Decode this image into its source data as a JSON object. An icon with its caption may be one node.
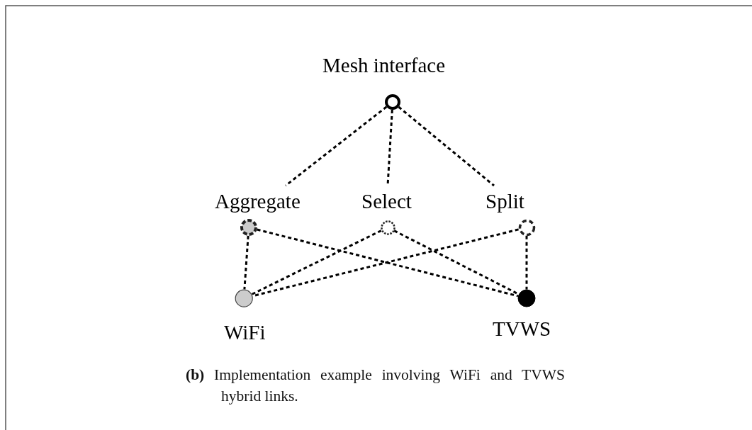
{
  "diagram": {
    "caption": "**(b)** Implementation example involving WiFi and TVWS hybrid links.",
    "nodes": [
      {
        "text": [
          "Mesh interface"
        ]
      },
      {
        "text": [
          "Aggregate"
        ]
      },
      {
        "text": [
          "Select"
        ]
      },
      {
        "text": [
          "Split"
        ]
      },
      {
        "text": [
          "WiFi"
        ]
      },
      {
        "text": [
          "TVWS"
        ]
      }
    ],
    "edges": [
      {
        "from": 0,
        "to": 1,
        "arrow": "none",
        "style": "dashed"
      },
      {
        "from": 0,
        "to": 2,
        "arrow": "none",
        "style": "dashed"
      },
      {
        "from": 0,
        "to": 3,
        "arrow": "none",
        "style": "dashed"
      },
      {
        "from": 1,
        "to": 4,
        "arrow": "none",
        "style": "dashed"
      },
      {
        "from": 1,
        "to": 5,
        "arrow": "none",
        "style": "dashed"
      },
      {
        "from": 2,
        "to": 4,
        "arrow": "none",
        "style": "dashed"
      },
      {
        "from": 2,
        "to": 5,
        "arrow": "none",
        "style": "dashed"
      },
      {
        "from": 3,
        "to": 4,
        "arrow": "none",
        "style": "dashed"
      },
      {
        "from": 3,
        "to": 5,
        "arrow": "none",
        "style": "dashed"
      }
    ]
  }
}
